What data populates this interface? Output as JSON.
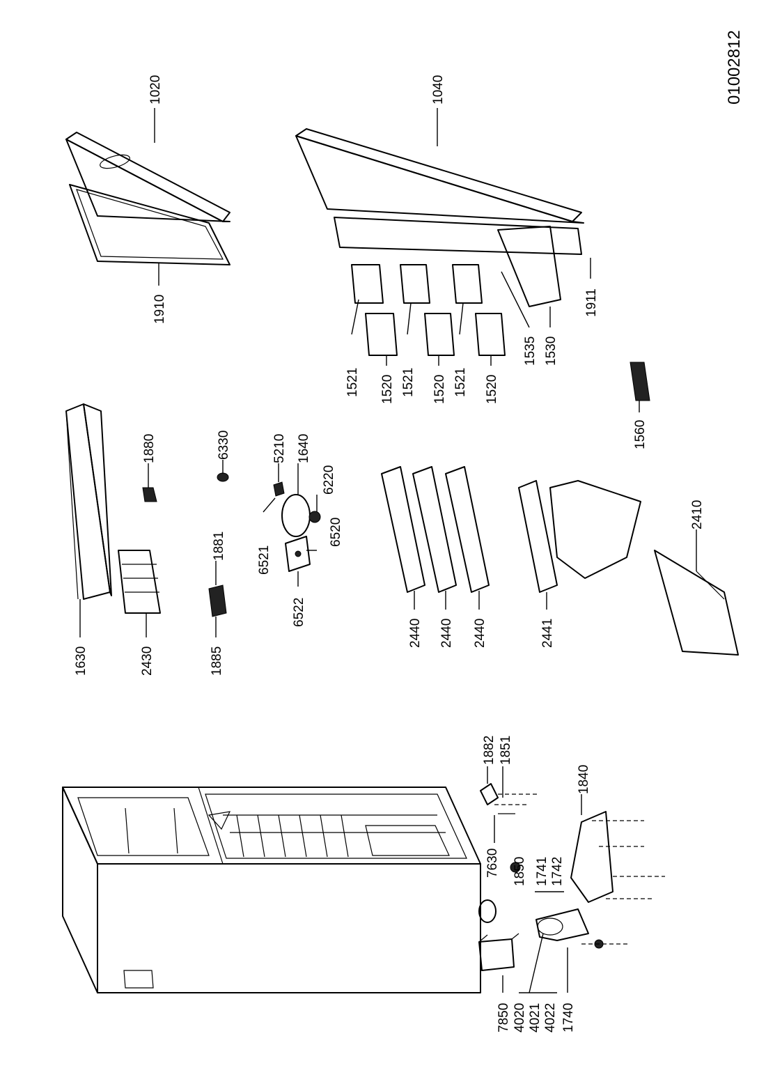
{
  "document_id": "01002812",
  "labels": {
    "cabinet": [
      "7850",
      "4020",
      "4021",
      "4022",
      "1740",
      "1741",
      "1742",
      "1850",
      "7630",
      "1882",
      "1851",
      "1840"
    ],
    "top_section": [
      "1630",
      "2430",
      "1885",
      "1880",
      "1881",
      "6330",
      "5210",
      "1640",
      "6220",
      "6521",
      "6520",
      "6522"
    ],
    "shelves": [
      "2440",
      "2440",
      "2440",
      "2441",
      "2410"
    ],
    "fridge_door": [
      "1040",
      "1911",
      "1535",
      "1530",
      "1521",
      "1520",
      "1521",
      "1520",
      "1521",
      "1520",
      "1560"
    ],
    "freezer_door": [
      "1020",
      "1910"
    ]
  }
}
